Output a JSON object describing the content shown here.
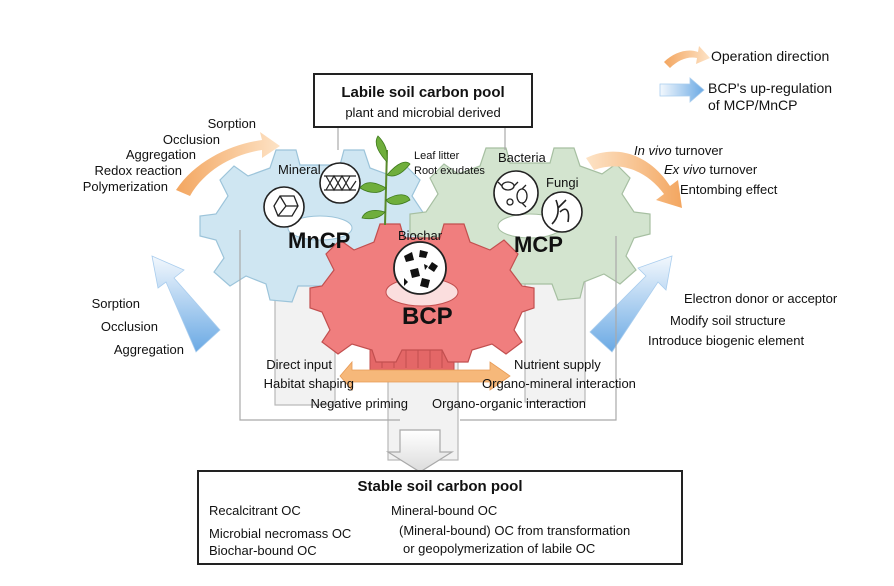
{
  "legend": {
    "operation_direction": "Operation direction",
    "upregulation_line1": "BCP's up-regulation",
    "upregulation_line2": "of  MCP/MnCP",
    "colors": {
      "operation_arrow": "#f6b87a",
      "upregulation_arrow": "#8fc0ea"
    }
  },
  "labile_pool": {
    "title": "Labile soil carbon pool",
    "subtitle": "plant and microbial derived"
  },
  "plant": {
    "line1": "Leaf litter",
    "line2": "Root exudates"
  },
  "mncp": {
    "label": "MnCP",
    "mineral_label": "Mineral",
    "color": "#cfe6f2",
    "processes": [
      "Sorption",
      "Occlusion",
      "Aggregation",
      "Redox reaction",
      "Polymerization"
    ]
  },
  "mcp": {
    "label": "MCP",
    "bacteria_label": "Bacteria",
    "fungi_label": "Fungi",
    "color": "#d3e4cf",
    "in_vivo_italic": "In vivo",
    "in_vivo_rest": " turnover",
    "ex_vivo_italic": "Ex vivo",
    "ex_vivo_rest": " turnover",
    "entombing": "Entombing effect"
  },
  "bcp": {
    "label": "BCP",
    "biochar_label": "Biochar",
    "color": "#f07e7e",
    "to_mncp": [
      "Sorption",
      "Occlusion",
      "Aggregation"
    ],
    "to_mcp": [
      "Electron donor or acceptor",
      "Modify soil structure",
      "Introduce biogenic element"
    ],
    "left_effects": [
      "Direct input",
      "Habitat shaping",
      "Negative priming"
    ],
    "right_effects": [
      "Nutrient supply",
      "Organo-mineral interaction",
      "Organo-organic interaction"
    ]
  },
  "stable_pool": {
    "title": "Stable soil carbon pool",
    "items": {
      "recalcitrant": "Recalcitrant OC",
      "mineral_bound": "Mineral-bound OC",
      "necromass": "Microbial necromass OC",
      "transformation": "(Mineral-bound) OC from transformation",
      "biochar_bound": "Biochar-bound OC",
      "geopolymerization": "or geopolymerization of labile OC"
    }
  }
}
